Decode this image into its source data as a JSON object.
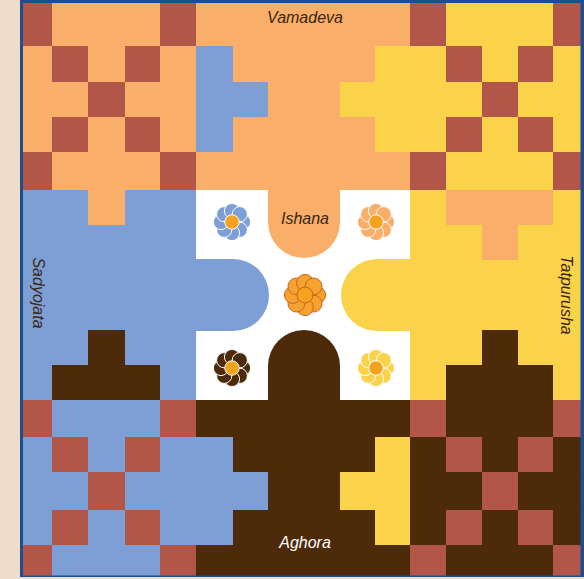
{
  "diagram": {
    "labels": [
      "Vamadeva",
      "Ishana",
      "Sadyojata",
      "Tatpurusha",
      "Aghora"
    ]
  }
}
